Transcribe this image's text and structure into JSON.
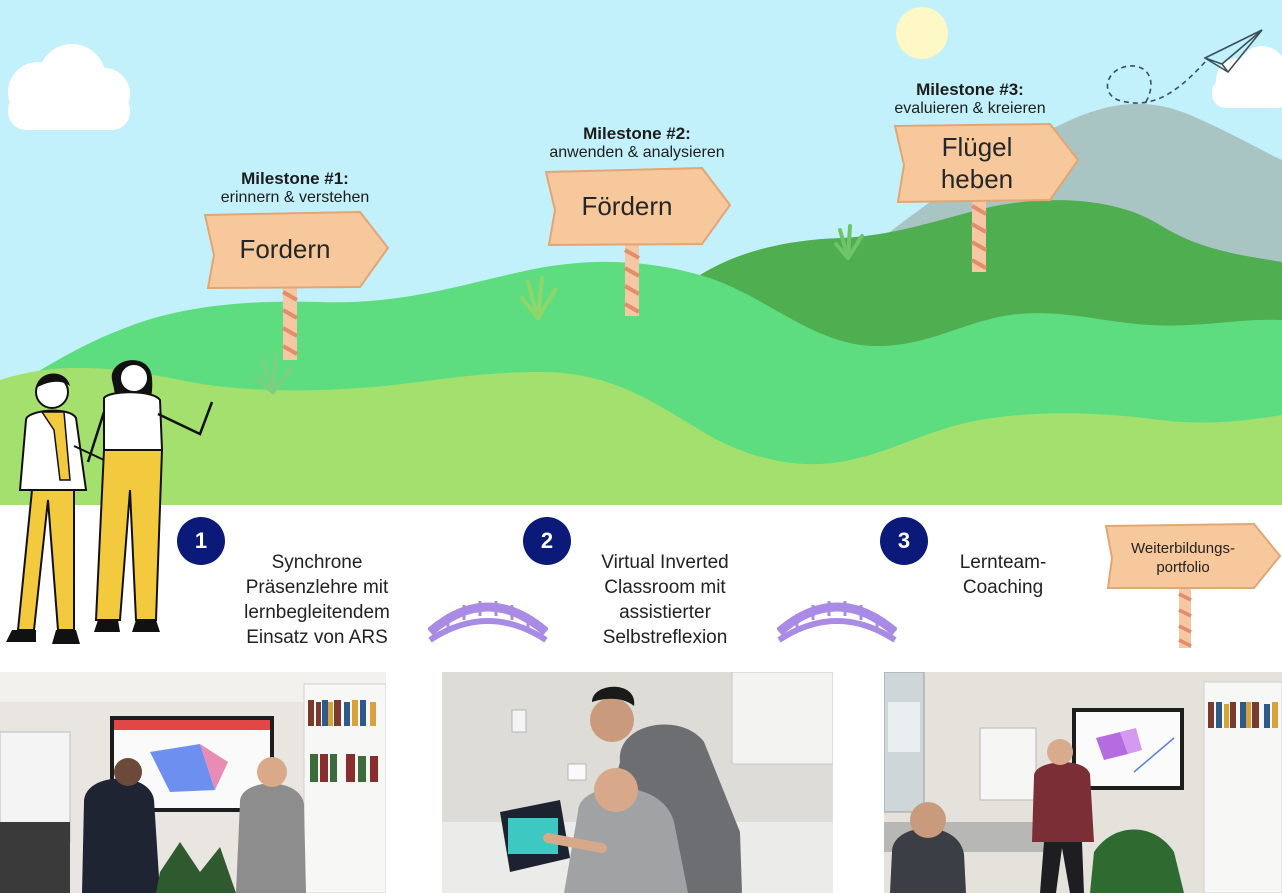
{
  "milestones": [
    {
      "title": "Milestone #1:",
      "subtitle": "erinnern & verstehen",
      "sign": [
        "Fordern"
      ]
    },
    {
      "title": "Milestone #2:",
      "subtitle": "anwenden & analysieren",
      "sign": [
        "Fördern"
      ]
    },
    {
      "title": "Milestone #3:",
      "subtitle": "evaluieren & kreieren",
      "sign": [
        "Flügel",
        "heben"
      ]
    }
  ],
  "steps": [
    {
      "number": "1",
      "lines": [
        "Synchrone",
        "Präsenzlehre mit",
        "lernbegleitendem",
        "Einsatz von ARS"
      ]
    },
    {
      "number": "2",
      "lines": [
        "Virtual Inverted",
        "Classroom mit",
        "assistierter",
        "Selbstreflexion"
      ]
    },
    {
      "number": "3",
      "lines": [
        "Lernteam-",
        "Coaching"
      ]
    }
  ],
  "portfolio_sign": [
    "Weiterbildungs-",
    "portfolio"
  ],
  "colors": {
    "sky": "#c2f1fb",
    "hill_light": "#a3e06d",
    "hill_mid": "#5ddd7f",
    "hill_dark": "#4fae4f",
    "mountain": "#a8c5c3",
    "sign_wood": "#f7c89c",
    "step_circle": "#0b1a78",
    "bridge": "#a98be6"
  },
  "icons": [
    "cloud-icon",
    "sun-icon",
    "paper-plane-icon",
    "grass-tuft-icon",
    "bridge-icon",
    "signpost-icon"
  ]
}
